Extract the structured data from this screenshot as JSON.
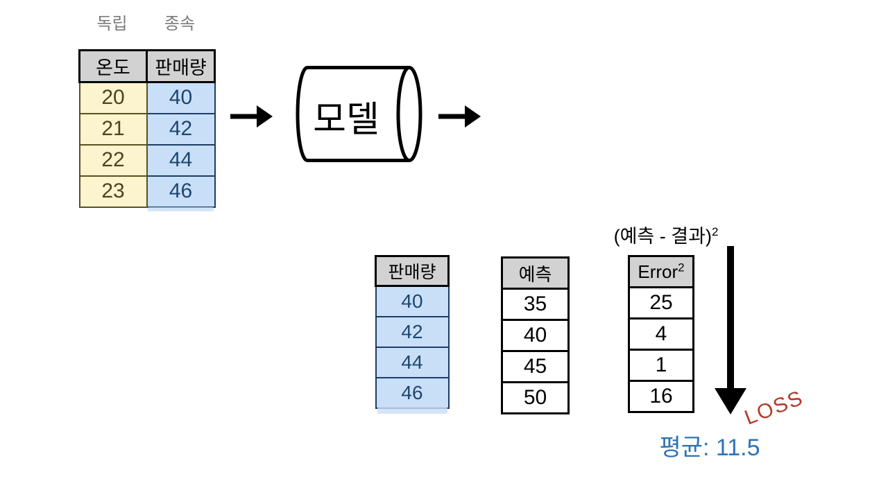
{
  "labels": {
    "independent": "독립",
    "dependent": "종속",
    "formula_base": "(예측 - 결과)",
    "formula_sup": "2",
    "loss": "LOSS",
    "average": "평균: 11.5"
  },
  "model": {
    "label": "모델"
  },
  "input_table": {
    "headers": [
      "온도",
      "판매량"
    ],
    "rows": [
      [
        "20",
        "40"
      ],
      [
        "21",
        "42"
      ],
      [
        "22",
        "44"
      ],
      [
        "23",
        "46"
      ]
    ]
  },
  "actual_table": {
    "header": "판매량",
    "values": [
      "40",
      "42",
      "44",
      "46"
    ]
  },
  "prediction_table": {
    "header": "예측",
    "values": [
      "35",
      "40",
      "45",
      "50"
    ]
  },
  "error_table": {
    "header_base": "Error",
    "header_sup": "2",
    "values": [
      "25",
      "4",
      "1",
      "16"
    ]
  },
  "colors": {
    "independent_cell": "#fcf3cf",
    "dependent_cell": "#c9dff8",
    "header_gray": "#d2d2d2",
    "loss_red": "#b43a2a",
    "average_blue": "#2e74b5"
  }
}
